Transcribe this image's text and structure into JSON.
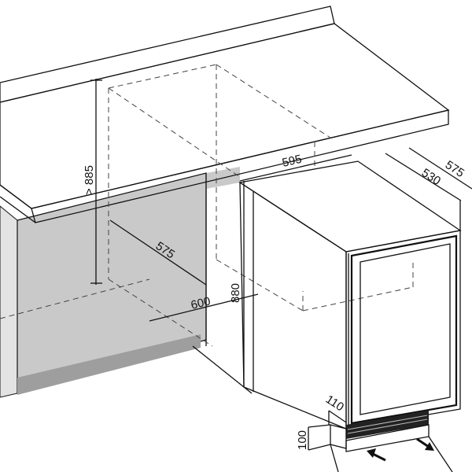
{
  "dimensions": {
    "niche_height": "> 885",
    "niche_depth": "575",
    "niche_width": "600",
    "appliance_width": "595",
    "appliance_depth_body": "530",
    "appliance_depth_total": "575",
    "appliance_height": "880",
    "plinth_depth": "110",
    "plinth_height": "100"
  },
  "colors": {
    "cabinet_panel": "#c9c9c9",
    "plinth": "#9e9e9e",
    "line": "#111111"
  }
}
